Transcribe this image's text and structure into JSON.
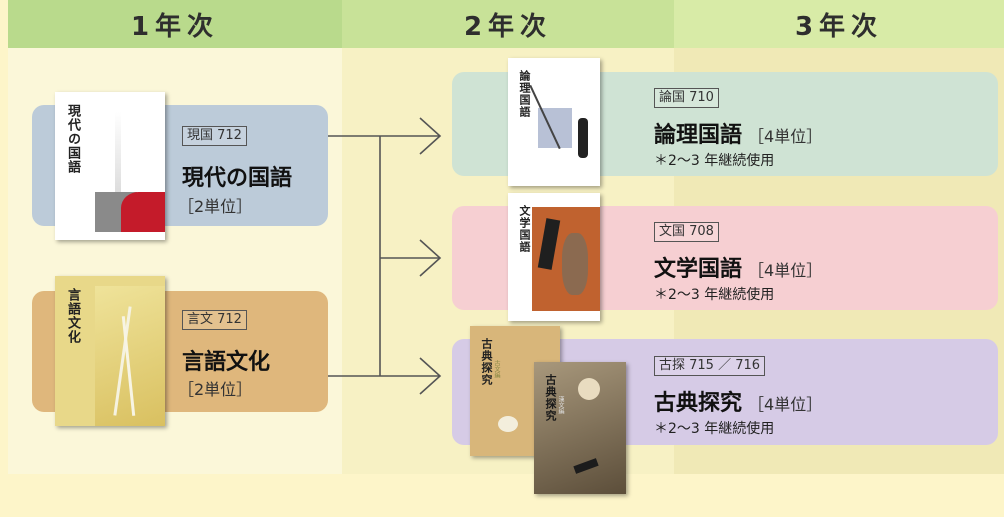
{
  "headers": {
    "year1": "1年次",
    "year2": "2年次",
    "year3": "3年次"
  },
  "books": {
    "gendai": {
      "cover_title": "現代の国語",
      "code": "現国 712",
      "name": "現代の国語",
      "unit": "［2単位］"
    },
    "gengo": {
      "cover_title": "言語文化",
      "code": "言文 712",
      "name": "言語文化",
      "unit": "［2単位］"
    },
    "ronri": {
      "cover_title": "論理国語",
      "code": "論国 710",
      "name": "論理国語",
      "unit": "［4単位］",
      "note": "＊2〜3 年継続使用"
    },
    "bungaku": {
      "cover_title": "文学国語",
      "code": "文国 708",
      "name": "文学国語",
      "unit": "［4単位］",
      "note": "＊2〜3 年継続使用"
    },
    "koten": {
      "cover_title_a": "古典探究",
      "cover_sub_a": "古文編",
      "cover_title_b": "古典探究",
      "cover_sub_b": "漢文編",
      "code": "古探 715 ／ 716",
      "name": "古典探究",
      "unit": "［4単位］",
      "note": "＊2〜3 年継続使用"
    }
  },
  "colors": {
    "header_green": "#b9da8c",
    "panel_blue": "#bccbd9",
    "panel_orange": "#dfb77c",
    "panel_green": "#cfe3d4",
    "panel_pink": "#f6cfd2",
    "panel_purple": "#d6cbe6",
    "arrow": "#555555"
  }
}
